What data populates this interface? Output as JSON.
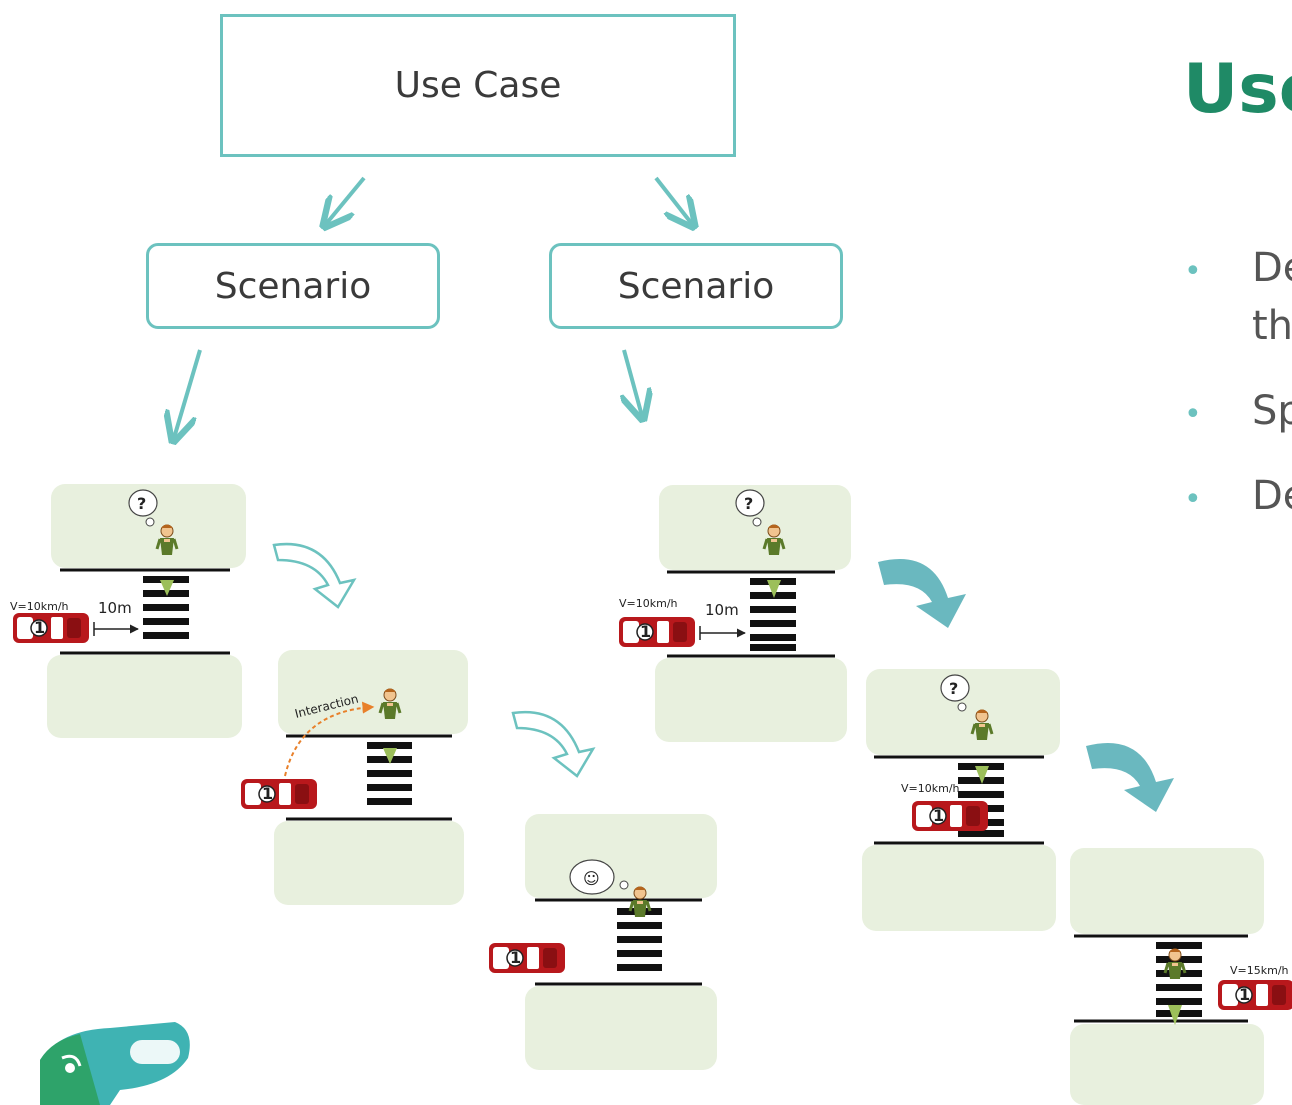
{
  "diagram": {
    "use_case_label": "Use Case",
    "scenario_left_label": "Scenario",
    "scenario_right_label": "Scenario"
  },
  "slide": {
    "title": "Use",
    "bullets": [
      "De",
      "th",
      "Sp",
      "De"
    ]
  },
  "scene_labels": {
    "speed_10": "V=10km/h",
    "speed_15": "V=15km/h",
    "distance": "10m",
    "interaction": "Interaction",
    "question": "?",
    "car_number": "1",
    "smile": "☺"
  },
  "colors": {
    "accent_teal": "#6cc2bf",
    "title_green": "#1f8a66",
    "sidewalk": "#e8f0de",
    "car_red": "#b8181c",
    "interaction_orange": "#e8802a"
  },
  "icons": [
    "arrow-icon",
    "curved-arrow-icon",
    "pedestrian-icon",
    "car-icon",
    "thought-bubble-icon",
    "logo-icon"
  ]
}
